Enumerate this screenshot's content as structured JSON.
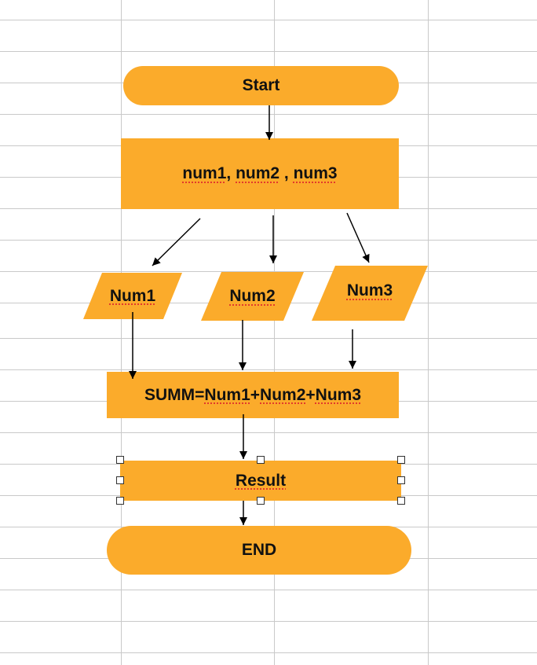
{
  "colors": {
    "shape_fill": "#fbab2b",
    "grid_line": "#c9c9c9",
    "arrow": "#000000",
    "squiggle": "#e23a2b"
  },
  "nodes": {
    "start": "Start",
    "inputs": {
      "a": "num1",
      "sep1": ", ",
      "b": "num2",
      "sep2": " , ",
      "c": "num3"
    },
    "num1": "Num1",
    "num2": "Num2",
    "num3": "Num3",
    "sum": {
      "lhs": "SUMM=",
      "a": "Num1",
      "p1": "+",
      "b": "Num2",
      "p2": "+",
      "c": "Num3"
    },
    "result": "Result",
    "end": "END"
  },
  "edges": [
    {
      "from": "start",
      "to": "inputs"
    },
    {
      "from": "inputs",
      "to": "num1"
    },
    {
      "from": "inputs",
      "to": "num2"
    },
    {
      "from": "inputs",
      "to": "num3"
    },
    {
      "from": "num1",
      "to": "sum"
    },
    {
      "from": "num2",
      "to": "sum"
    },
    {
      "from": "num3",
      "to": "sum"
    },
    {
      "from": "sum",
      "to": "result"
    },
    {
      "from": "result",
      "to": "end"
    }
  ],
  "selected_node": "result"
}
